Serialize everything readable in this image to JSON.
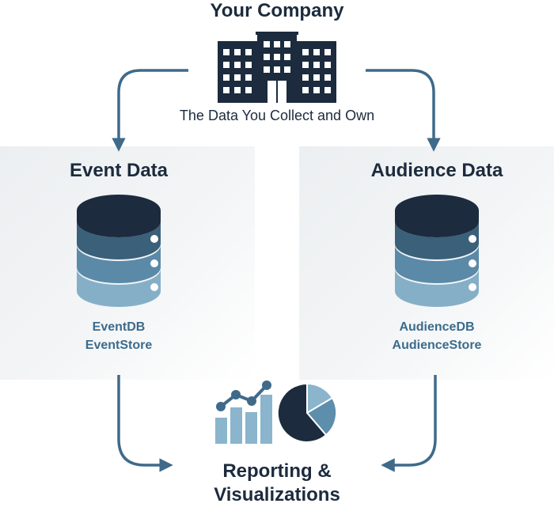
{
  "company": {
    "title": "Your Company",
    "subtitle": "The Data You Collect and Own"
  },
  "event": {
    "title": "Event Data",
    "stores": [
      "EventDB",
      "EventStore"
    ]
  },
  "audience": {
    "title": "Audience Data",
    "stores": [
      "AudienceDB",
      "AudienceStore"
    ]
  },
  "reporting": {
    "title_line1": "Reporting &",
    "title_line2": "Visualizations"
  },
  "colors": {
    "navy": "#1c2b3d",
    "arrow": "#3f6a8a",
    "db_layer_1": "#3b6079",
    "db_layer_2": "#5b8aa8",
    "db_layer_3": "#85afc7",
    "store_text": "#3c6b8c",
    "chart_light": "#8ab5cc",
    "chart_mid": "#5d8eab"
  },
  "icons": [
    "building-icon",
    "database-icon",
    "bar-line-chart-icon",
    "pie-chart-icon",
    "arrow-icon"
  ]
}
